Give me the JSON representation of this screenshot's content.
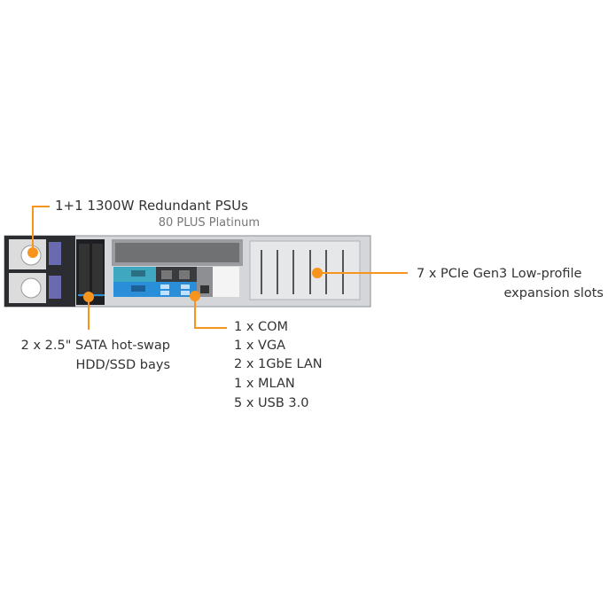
{
  "colors": {
    "accent": "#f7941d",
    "chassis": "#c9ccd0",
    "io_teal": "#3fa8c0",
    "io_blue": "#2a8fd8"
  },
  "callouts": {
    "psu": {
      "title": "1+1 1300W Redundant PSUs",
      "subtitle": "80 PLUS Platinum"
    },
    "pcie": {
      "line1": "7 x PCIe Gen3 Low-profile",
      "line2": "expansion slots"
    },
    "drives": {
      "line1": "2 x 2.5\" SATA hot-swap",
      "line2": "HDD/SSD bays"
    },
    "io": {
      "items": [
        "1 x COM",
        "1 x VGA",
        "2 x 1GbE LAN",
        "1 x MLAN",
        "5 x USB 3.0"
      ]
    }
  }
}
